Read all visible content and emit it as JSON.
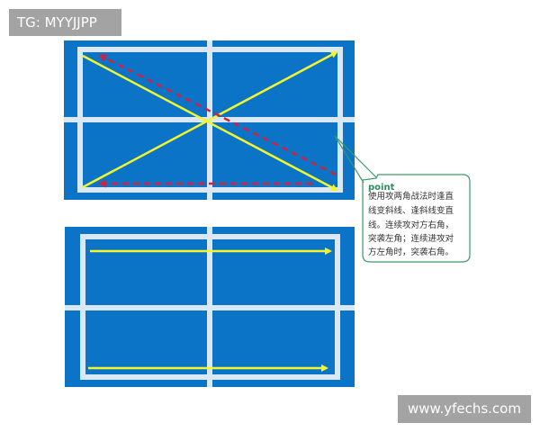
{
  "watermarks": {
    "top_left": "TG: MYYJJPP",
    "bottom_right": "www.yfechs.com"
  },
  "callout": {
    "title": "point",
    "lines": [
      "使用攻两角战法时逢直",
      "线变斜线、逢斜线变直",
      "线。连续攻对方右角，",
      "突袭左角；连续进攻对",
      "方左角时，突袭右角。"
    ]
  },
  "colors": {
    "court": "#0c74c6",
    "court_line": "#d9e8f4",
    "attack_arrow": "#f4f52c",
    "counter_arrow": "#cc2244",
    "callout_border": "#3a9a6a",
    "callout_title": "#2e8b57",
    "watermark_bg": "#a3a3a3"
  }
}
